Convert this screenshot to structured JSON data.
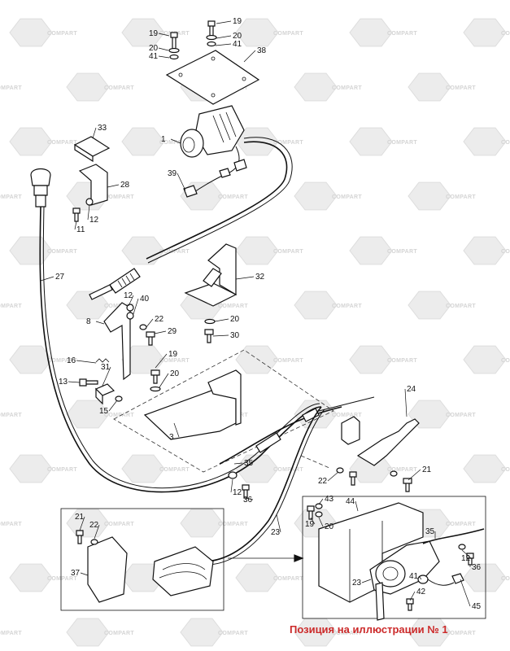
{
  "watermark": {
    "text": "COMPART"
  },
  "caption": "Позиция на иллюстрации № 1",
  "callouts": [
    "19",
    "20",
    "41",
    "19",
    "20",
    "41",
    "38",
    "1",
    "33",
    "39",
    "28",
    "11",
    "12",
    "27",
    "32",
    "12",
    "40",
    "8",
    "22",
    "29",
    "20",
    "30",
    "16",
    "19",
    "13",
    "31",
    "20",
    "15",
    "3",
    "24",
    "35",
    "22",
    "21",
    "12",
    "36",
    "23",
    "21",
    "22",
    "37",
    "19",
    "43",
    "20",
    "44",
    "35",
    "12",
    "36",
    "41",
    "42",
    "23",
    "45"
  ]
}
